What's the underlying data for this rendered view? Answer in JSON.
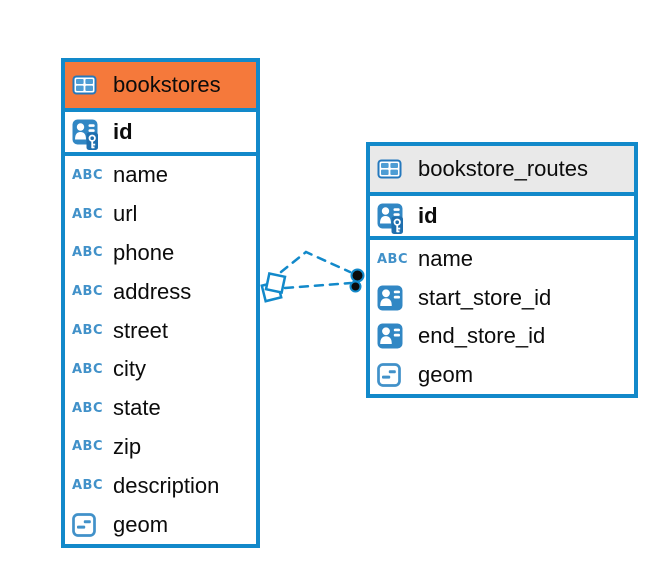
{
  "diagram": {
    "kind": "entity-relationship",
    "background": "#FFFFFF"
  },
  "colors": {
    "table_border": "#1289CA",
    "bookstores_header": "#F5793B",
    "routes_header": "#E9E9E9",
    "icon_fill_blue": "#3187C4",
    "icon_outline_blue": "#4191C9",
    "key_badge_blue": "#1F6FAE",
    "connector_blue": "#1289CA",
    "text": "#0C0C0C"
  },
  "icons": {
    "text_type_label": "ABC"
  },
  "tables": [
    {
      "name": "bookstores",
      "icon": "table-icon",
      "header_color": "#F5793B",
      "primary_key": {
        "name": "id",
        "icon": "primary-key-icon"
      },
      "fields": [
        {
          "name": "name",
          "icon": "text-type-icon"
        },
        {
          "name": "url",
          "icon": "text-type-icon"
        },
        {
          "name": "phone",
          "icon": "text-type-icon"
        },
        {
          "name": "address",
          "icon": "text-type-icon"
        },
        {
          "name": "street",
          "icon": "text-type-icon"
        },
        {
          "name": "city",
          "icon": "text-type-icon"
        },
        {
          "name": "state",
          "icon": "text-type-icon"
        },
        {
          "name": "zip",
          "icon": "text-type-icon"
        },
        {
          "name": "description",
          "icon": "text-type-icon"
        },
        {
          "name": "geom",
          "icon": "geometry-type-icon"
        }
      ]
    },
    {
      "name": "bookstore_routes",
      "icon": "table-icon",
      "header_color": "#E9E9E9",
      "primary_key": {
        "name": "id",
        "icon": "primary-key-icon"
      },
      "fields": [
        {
          "name": "name",
          "icon": "text-type-icon"
        },
        {
          "name": "start_store_id",
          "icon": "person-reference-icon"
        },
        {
          "name": "end_store_id",
          "icon": "person-reference-icon"
        },
        {
          "name": "geom",
          "icon": "geometry-type-icon"
        }
      ]
    }
  ],
  "relationship": {
    "from_table": "bookstores",
    "to_table": "bookstore_routes",
    "line_style": "dashed",
    "from_marker": "diamond-marker",
    "to_marker": "double-dot-marker"
  }
}
